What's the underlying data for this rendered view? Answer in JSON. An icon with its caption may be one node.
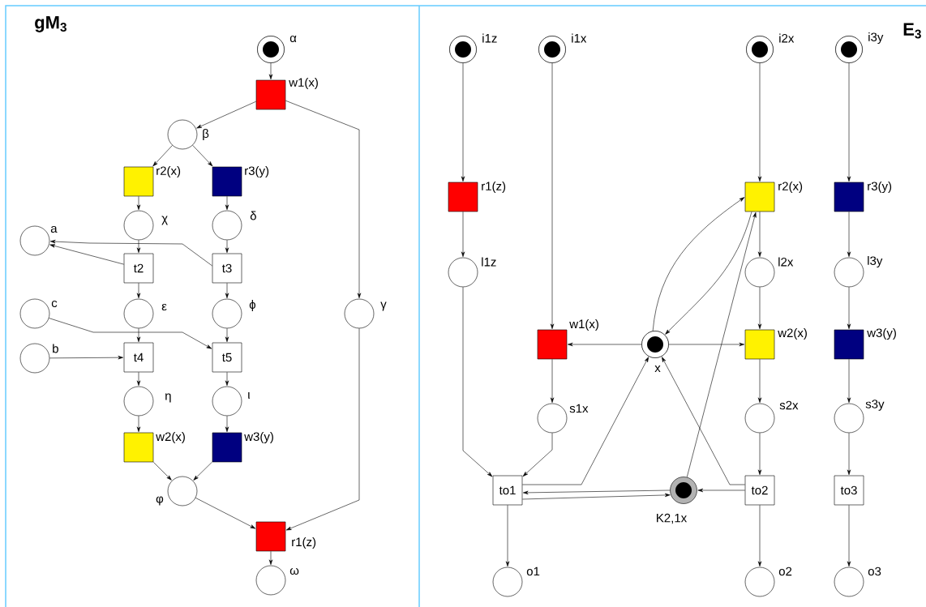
{
  "diagram": {
    "nodes": [
      {
        "text": [],
        "shape": "circle",
        "beside": [
          "α"
        ]
      },
      {
        "text": [],
        "shape": "box",
        "beside": [
          "w1(x)"
        ]
      },
      {
        "text": [],
        "shape": "circle",
        "beside": [
          "β"
        ]
      },
      {
        "text": [],
        "shape": "box",
        "beside": [
          "r2(x)"
        ]
      },
      {
        "text": [],
        "shape": "box",
        "beside": [
          "r3(y)"
        ]
      },
      {
        "text": [],
        "shape": "circle",
        "beside": [
          "χ"
        ]
      },
      {
        "text": [],
        "shape": "circle",
        "beside": [
          "δ"
        ]
      },
      {
        "text": [],
        "shape": "circle",
        "beside": [
          "a"
        ]
      },
      {
        "text": [
          "t2"
        ]
      },
      {
        "text": [
          "t3"
        ]
      },
      {
        "text": [],
        "shape": "circle",
        "beside": [
          "c"
        ]
      },
      {
        "text": [],
        "shape": "circle",
        "beside": [
          "ε"
        ]
      },
      {
        "text": [],
        "shape": "circle",
        "beside": [
          "ϕ"
        ]
      },
      {
        "text": [],
        "shape": "circle",
        "beside": [
          "γ"
        ]
      },
      {
        "text": [],
        "shape": "circle",
        "beside": [
          "b"
        ]
      },
      {
        "text": [
          "t4"
        ]
      },
      {
        "text": [
          "t5"
        ]
      },
      {
        "text": [],
        "shape": "circle",
        "beside": [
          "η"
        ]
      },
      {
        "text": [],
        "shape": "circle",
        "beside": [
          "ι"
        ]
      },
      {
        "text": [],
        "shape": "box",
        "beside": [
          "w2(x)"
        ]
      },
      {
        "text": [],
        "shape": "box",
        "beside": [
          "w3(y)"
        ]
      },
      {
        "text": [],
        "shape": "circle",
        "beside": [
          "φ"
        ]
      },
      {
        "text": [],
        "shape": "box",
        "beside": [
          "r1(z)"
        ]
      },
      {
        "text": [],
        "shape": "circle",
        "beside": [
          "ω"
        ]
      },
      {
        "text": [],
        "shape": "circle",
        "beside": [
          "i1z"
        ]
      },
      {
        "text": [],
        "shape": "circle",
        "beside": [
          "i1x"
        ]
      },
      {
        "text": [],
        "shape": "circle",
        "beside": [
          "i2x"
        ]
      },
      {
        "text": [],
        "shape": "circle",
        "beside": [
          "i3y"
        ]
      },
      {
        "text": [],
        "shape": "box",
        "beside": [
          "r1(z)"
        ]
      },
      {
        "text": [],
        "shape": "box",
        "beside": [
          "r2(x)"
        ]
      },
      {
        "text": [],
        "shape": "box",
        "beside": [
          "r3(y)"
        ]
      },
      {
        "text": [],
        "shape": "circle",
        "beside": [
          "l1z"
        ]
      },
      {
        "text": [],
        "shape": "circle",
        "beside": [
          "l2x"
        ]
      },
      {
        "text": [],
        "shape": "circle",
        "beside": [
          "l3y"
        ]
      },
      {
        "text": [],
        "shape": "box",
        "beside": [
          "w1(x)"
        ]
      },
      {
        "text": [],
        "shape": "circle",
        "beside": [
          "x"
        ]
      },
      {
        "text": [],
        "shape": "box",
        "beside": [
          "w2(x)"
        ]
      },
      {
        "text": [],
        "shape": "box",
        "beside": [
          "w3(y)"
        ]
      },
      {
        "text": [],
        "shape": "circle",
        "beside": [
          "s1x"
        ]
      },
      {
        "text": [],
        "shape": "circle",
        "beside": [
          "s2x"
        ]
      },
      {
        "text": [],
        "shape": "circle",
        "beside": [
          "s3y"
        ]
      },
      {
        "text": [
          "to1"
        ]
      },
      {
        "text": [],
        "shape": "circle",
        "beside": [
          "K2,1x"
        ]
      },
      {
        "text": [
          "to2"
        ]
      },
      {
        "text": [
          "to3"
        ]
      },
      {
        "text": [],
        "shape": "circle",
        "beside": [
          "o1"
        ]
      },
      {
        "text": [],
        "shape": "circle",
        "beside": [
          "o2"
        ]
      },
      {
        "text": [],
        "shape": "circle",
        "beside": [
          "o3"
        ]
      }
    ],
    "edges": [
      {
        "from": 0,
        "to": 1,
        "arrow": "to"
      },
      {
        "from": 1,
        "to": 2,
        "arrow": "to"
      },
      {
        "from": 1,
        "to": 13,
        "arrow": "to"
      },
      {
        "from": 2,
        "to": 3,
        "arrow": "to"
      },
      {
        "from": 2,
        "to": 4,
        "arrow": "to"
      },
      {
        "from": 3,
        "to": 5,
        "arrow": "to"
      },
      {
        "from": 4,
        "to": 6,
        "arrow": "to"
      },
      {
        "from": 5,
        "to": 8,
        "arrow": "to"
      },
      {
        "from": 6,
        "to": 9,
        "arrow": "to"
      },
      {
        "from": 8,
        "to": 7,
        "arrow": "to"
      },
      {
        "from": 9,
        "to": 7,
        "arrow": "to"
      },
      {
        "from": 8,
        "to": 11,
        "arrow": "to"
      },
      {
        "from": 9,
        "to": 12,
        "arrow": "to"
      },
      {
        "from": 10,
        "to": 16,
        "arrow": "to"
      },
      {
        "from": 11,
        "to": 15,
        "arrow": "to"
      },
      {
        "from": 12,
        "to": 16,
        "arrow": "to"
      },
      {
        "from": 14,
        "to": 15,
        "arrow": "to"
      },
      {
        "from": 15,
        "to": 17,
        "arrow": "to"
      },
      {
        "from": 16,
        "to": 18,
        "arrow": "to"
      },
      {
        "from": 17,
        "to": 19,
        "arrow": "to"
      },
      {
        "from": 18,
        "to": 20,
        "arrow": "to"
      },
      {
        "from": 19,
        "to": 21,
        "arrow": "to"
      },
      {
        "from": 20,
        "to": 21,
        "arrow": "to"
      },
      {
        "from": 21,
        "to": 22,
        "arrow": "to"
      },
      {
        "from": 13,
        "to": 22,
        "arrow": "to"
      },
      {
        "from": 22,
        "to": 23,
        "arrow": "to"
      },
      {
        "from": 24,
        "to": 28,
        "arrow": "to"
      },
      {
        "from": 28,
        "to": 31,
        "arrow": "to"
      },
      {
        "from": 31,
        "to": 41,
        "arrow": "to"
      },
      {
        "from": 25,
        "to": 34,
        "arrow": "to"
      },
      {
        "from": 26,
        "to": 29,
        "arrow": "to"
      },
      {
        "from": 27,
        "to": 30,
        "arrow": "to"
      },
      {
        "from": 29,
        "to": 32,
        "arrow": "to"
      },
      {
        "from": 30,
        "to": 33,
        "arrow": "to"
      },
      {
        "from": 32,
        "to": 36,
        "arrow": "to"
      },
      {
        "from": 33,
        "to": 37,
        "arrow": "to"
      },
      {
        "from": 35,
        "to": 34,
        "arrow": "to"
      },
      {
        "from": 35,
        "to": 36,
        "arrow": "to"
      },
      {
        "from": 34,
        "to": 38,
        "arrow": "to"
      },
      {
        "from": 36,
        "to": 39,
        "arrow": "to"
      },
      {
        "from": 37,
        "to": 40,
        "arrow": "to"
      },
      {
        "from": 38,
        "to": 41,
        "arrow": "to"
      },
      {
        "from": 39,
        "to": 43,
        "arrow": "to"
      },
      {
        "from": 40,
        "to": 44,
        "arrow": "to"
      },
      {
        "from": 41,
        "to": 45,
        "arrow": "to"
      },
      {
        "from": 43,
        "to": 46,
        "arrow": "to"
      },
      {
        "from": 44,
        "to": 47,
        "arrow": "to"
      },
      {
        "from": 41,
        "to": 35,
        "arrow": "to"
      },
      {
        "from": 43,
        "to": 35,
        "arrow": "to"
      },
      {
        "from": 43,
        "to": 42,
        "arrow": "to"
      },
      {
        "from": 42,
        "to": 41,
        "arrow": "to"
      },
      {
        "from": 41,
        "to": 42,
        "arrow": "to"
      },
      {
        "from": 42,
        "to": 29,
        "arrow": "to"
      },
      {
        "from": 35,
        "to": 29,
        "arrow": "to"
      },
      {
        "from": 29,
        "to": 35,
        "arrow": "to"
      }
    ],
    "labels": [
      "gM$_{3}$",
      "E$_{3}$"
    ]
  }
}
